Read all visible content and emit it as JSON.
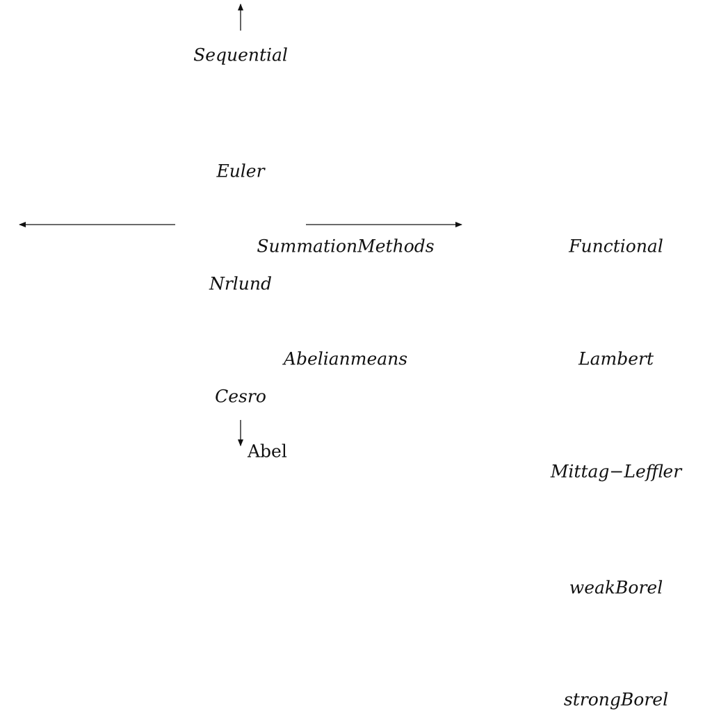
{
  "diagram": {
    "nodes": {
      "sequential": "Sequential",
      "euler": "Euler",
      "summation_methods": "SummationMethods",
      "functional": "Functional",
      "norlund": "Nrlund",
      "abelian_means": "Abelianmeans",
      "lambert": "Lambert",
      "cesaro": "Cesro",
      "abel": "Abel",
      "mittag_leffler": "Mittag−Leffler",
      "weak_borel": "weakBorel",
      "strong_borel": "strongBorel"
    },
    "arrows": [
      {
        "name": "arrow-up-to-top",
        "direction": "up"
      },
      {
        "name": "arrow-left",
        "direction": "left"
      },
      {
        "name": "arrow-right",
        "direction": "right"
      },
      {
        "name": "arrow-cesro-to-abel",
        "direction": "down"
      }
    ]
  }
}
